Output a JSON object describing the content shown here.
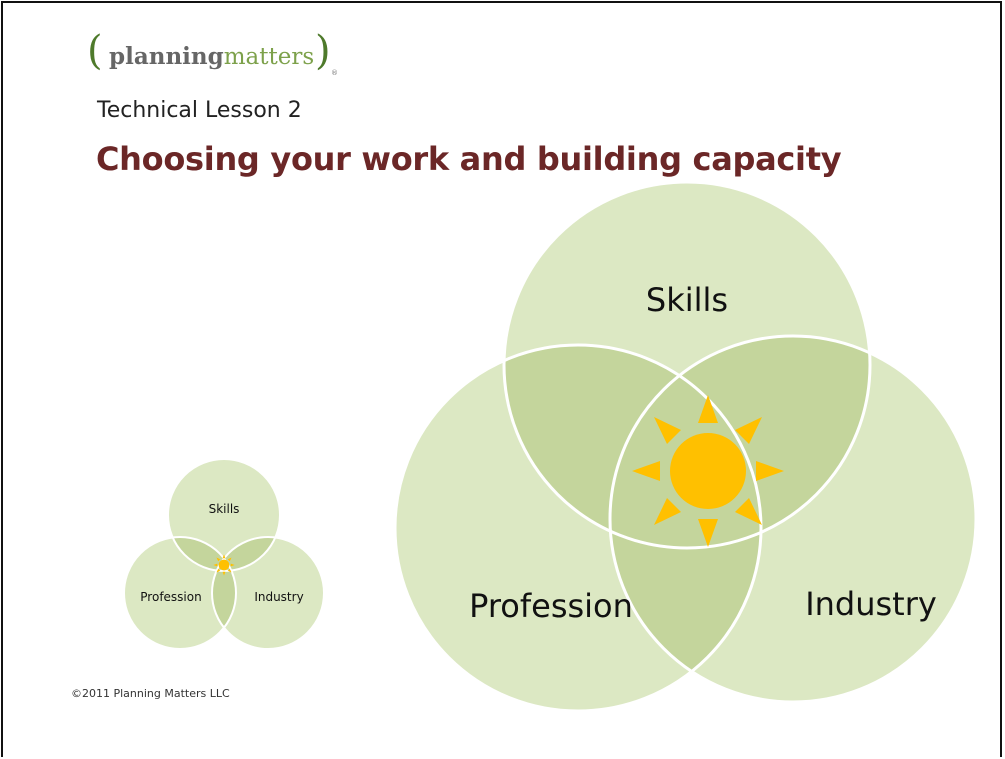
{
  "logo": {
    "part1": "planning",
    "part2": "matters",
    "paren_left": "(",
    "paren_right": ")",
    "registered": "®"
  },
  "header": {
    "subtitle": "Technical Lesson 2",
    "title": "Choosing your work and building capacity"
  },
  "diagram_large": {
    "labels": {
      "top": "Skills",
      "left": "Profession",
      "right": "Industry"
    },
    "center_icon": "sun-icon"
  },
  "diagram_small": {
    "labels": {
      "top": "Skills",
      "left": "Profession",
      "right": "Industry"
    },
    "center_icon": "sun-icon"
  },
  "footer": {
    "copyright": "©2011 Planning Matters LLC"
  },
  "colors": {
    "circle_fill": "#d6e4b8",
    "overlap_fill": "#c4d59c",
    "circle_stroke": "#ffffff",
    "sun": "#ffc000",
    "title": "#6b2727",
    "logo_green": "#7da14b"
  }
}
